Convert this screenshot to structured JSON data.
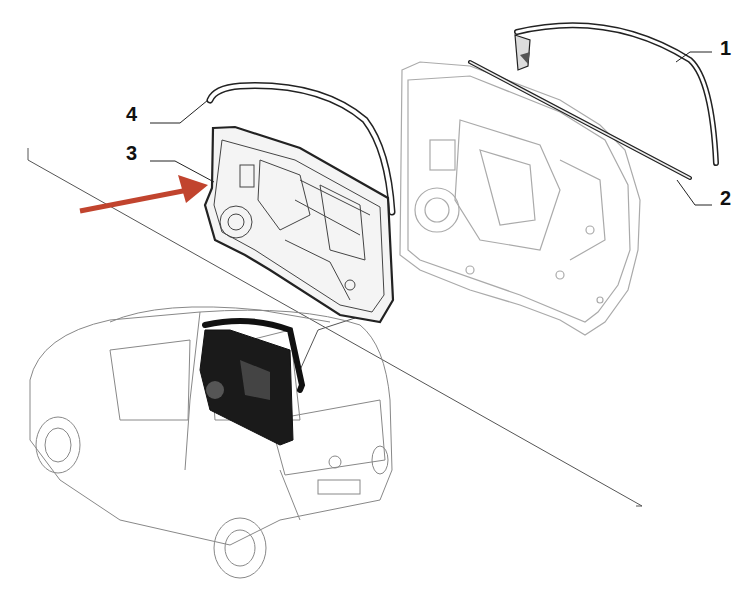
{
  "diagram": {
    "labels": [
      "1",
      "4",
      "3",
      "2"
    ]
  }
}
